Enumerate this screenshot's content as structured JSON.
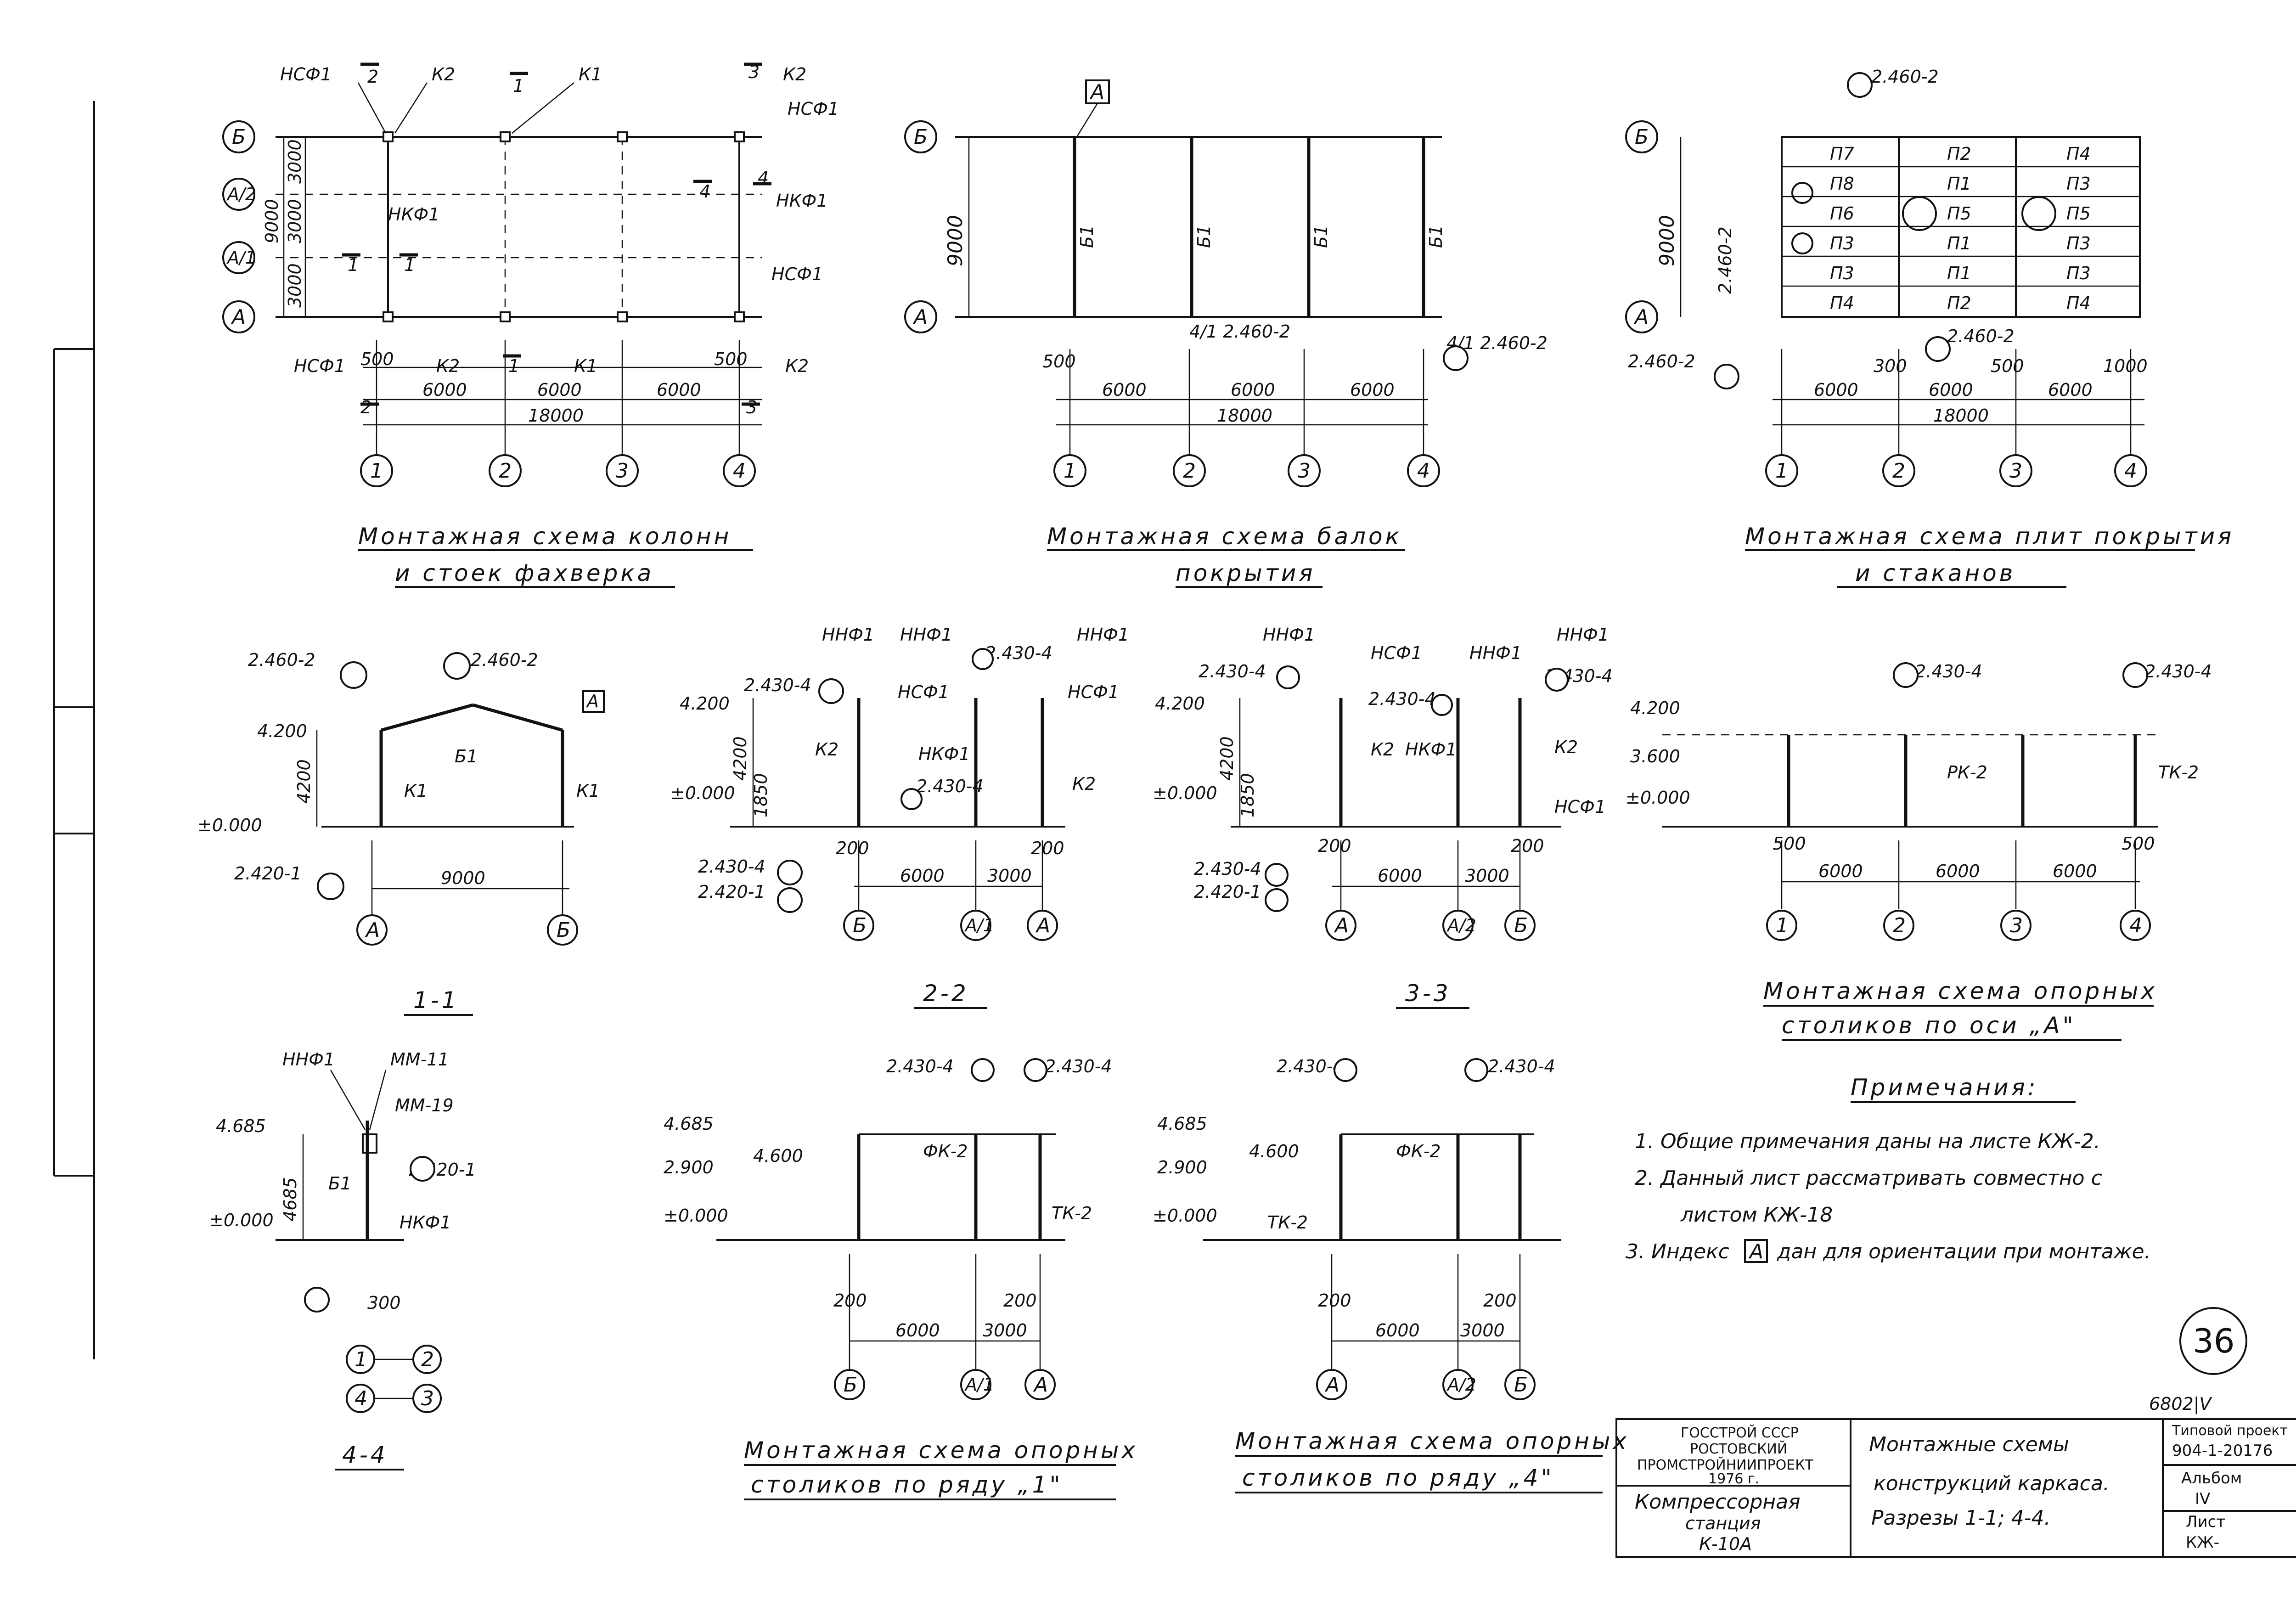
{
  "sheet_number": "36",
  "archive_number": "6802|V",
  "column_scheme": {
    "labels": [
      "НСФ1",
      "К2",
      "К1",
      "К2",
      "НСФ1",
      "НКФ1",
      "НКФ1",
      "НСФ1",
      "НСФ1",
      "К2",
      "К1",
      "К2"
    ],
    "marks": [
      "2",
      "1",
      "3",
      "4",
      "4",
      "1",
      "1",
      "1",
      "2",
      "3"
    ],
    "dims": [
      "3000",
      "3000",
      "3000",
      "9000",
      "500",
      "500",
      "6000",
      "6000",
      "6000",
      "18000"
    ],
    "axes_rows": [
      "Б",
      "А/2",
      "А/1",
      "А"
    ],
    "axes_cols": [
      "1",
      "2",
      "3",
      "4"
    ],
    "title": [
      "Монтажная схема колонн",
      "и стоек фахверка"
    ]
  },
  "beam_scheme": {
    "marker": "А",
    "beams": [
      "Б1",
      "Б1",
      "Б1",
      "Б1"
    ],
    "refs": [
      "4/1 2.460-2",
      "4/1 2.460-2"
    ],
    "dims": [
      "9000",
      "500",
      "6000",
      "6000",
      "6000",
      "18000"
    ],
    "axes_rows": [
      "Б",
      "А"
    ],
    "axes_cols": [
      "1",
      "2",
      "3",
      "4"
    ],
    "title": [
      "Монтажная схема балок",
      "покрытия"
    ]
  },
  "plate_scheme": {
    "refs": [
      "2.460-2",
      "2.460-2",
      "2.460-2",
      "2.460-2"
    ],
    "grid": [
      [
        "П7",
        "П2",
        "П4"
      ],
      [
        "П8",
        "П1",
        "П3"
      ],
      [
        "П6",
        "П5",
        "П5"
      ],
      [
        "П3",
        "П1",
        "П3"
      ],
      [
        "П3",
        "П1",
        "П3"
      ],
      [
        "П4",
        "П2",
        "П4"
      ]
    ],
    "dims": [
      "9000",
      "6000",
      "6000",
      "6000",
      "18000",
      "300",
      "500",
      "1000"
    ],
    "axes_rows": [
      "Б",
      "А"
    ],
    "axes_cols": [
      "1",
      "2",
      "3",
      "4"
    ],
    "title": [
      "Монтажная схема плит покрытия",
      "и стаканов"
    ]
  },
  "section_1_1": {
    "refs": [
      "2.460-2",
      "2.460-2",
      "2.420-1"
    ],
    "marker": "А",
    "elevations": [
      "4.200",
      "±0.000"
    ],
    "dims": [
      "4200",
      "9000"
    ],
    "labels": [
      "Б1",
      "К1",
      "К1"
    ],
    "axes": [
      "А",
      "Б"
    ],
    "title": "1-1"
  },
  "section_2_2": {
    "labels": [
      "ННФ1",
      "ННФ1",
      "ННФ1",
      "НСФ1",
      "НСФ1",
      "К2",
      "НКФ1",
      "К2"
    ],
    "refs": [
      "2.430-4",
      "2.430-4",
      "2.430-4",
      "2.430-4",
      "2.420-1"
    ],
    "elevations": [
      "4.200",
      "±0.000"
    ],
    "dims": [
      "4200",
      "1850",
      "200",
      "200",
      "6000",
      "3000"
    ],
    "axes": [
      "Б",
      "А/1",
      "А"
    ],
    "title": "2-2"
  },
  "section_3_3": {
    "labels": [
      "ННФ1",
      "НСФ1",
      "ННФ1",
      "ННФ1",
      "К2",
      "НКФ1",
      "К2",
      "НСФ1"
    ],
    "refs": [
      "2.430-4",
      "2.430-4",
      "2.430-4",
      "2.430-4",
      "2.420-1"
    ],
    "elevations": [
      "4.200",
      "±0.000"
    ],
    "dims": [
      "4200",
      "1850",
      "200",
      "200",
      "6000",
      "3000"
    ],
    "axes": [
      "А",
      "А/2",
      "Б"
    ],
    "title": "3-3"
  },
  "posts_a": {
    "refs": [
      "2.430-4",
      "2.430-4"
    ],
    "labels": [
      "РК-2",
      "ТК-2"
    ],
    "elevations": [
      "4.200",
      "3.600",
      "±0.000"
    ],
    "dims": [
      "500",
      "6000",
      "6000",
      "6000",
      "500"
    ],
    "axes": [
      "1",
      "2",
      "3",
      "4"
    ],
    "title": [
      "Монтажная схема опорных",
      "столиков по оси „А\""
    ]
  },
  "section_4_4": {
    "labels": [
      "ННФ1",
      "ММ-11",
      "ММ-19",
      "Б1",
      "НКФ1"
    ],
    "refs": [
      "2.420-1"
    ],
    "elevations": [
      "4.685",
      "±0.000"
    ],
    "dims": [
      "4685",
      "300"
    ],
    "axes": [
      "1",
      "2",
      "4",
      "3"
    ],
    "title": "4-4"
  },
  "posts_row1": {
    "refs": [
      "2.430-4",
      "2.430-4"
    ],
    "labels": [
      "ФК-2",
      "ТК-2"
    ],
    "elevations": [
      "4.685",
      "4.600",
      "2.900",
      "±0.000"
    ],
    "dims": [
      "200",
      "200",
      "6000",
      "3000"
    ],
    "axes": [
      "Б",
      "А/1",
      "А"
    ],
    "title": [
      "Монтажная схема опорных",
      "столиков по ряду „1\""
    ]
  },
  "posts_row4": {
    "refs": [
      "2.430-4",
      "2.430-4"
    ],
    "labels": [
      "ФК-2",
      "ТК-2"
    ],
    "elevations": [
      "4.685",
      "4.600",
      "2.900",
      "±0.000"
    ],
    "dims": [
      "200",
      "200",
      "6000",
      "3000"
    ],
    "axes": [
      "А",
      "А/2",
      "Б"
    ],
    "title": [
      "Монтажная схема опорных",
      "столиков по ряду „4\""
    ]
  },
  "notes": {
    "heading": "Примечания:",
    "items": [
      "1. Общие примечания даны на листе КЖ-2.",
      "2. Данный лист рассматривать совместно с",
      "листом КЖ-18",
      "3. Индекс",
      "дан для ориентации при монтаже."
    ],
    "marker": "А"
  },
  "title_block": {
    "org": [
      "ГОССТРОЙ СССР",
      "РОСТОВСКИЙ",
      "ПРОМСТРОЙНИИПРОЕКТ",
      "1976 г."
    ],
    "object": [
      "Компрессорная",
      "станция",
      "К-10А"
    ],
    "drawing": [
      "Монтажные схемы",
      "конструкций каркаса.",
      "Разрезы 1-1; 4-4."
    ],
    "project_label": "Типовой проект",
    "project_number": "904-1-20176",
    "album_label": "Альбом",
    "album_number": "IV",
    "sheet_label": "Лист",
    "sheet_code": "КЖ-"
  }
}
